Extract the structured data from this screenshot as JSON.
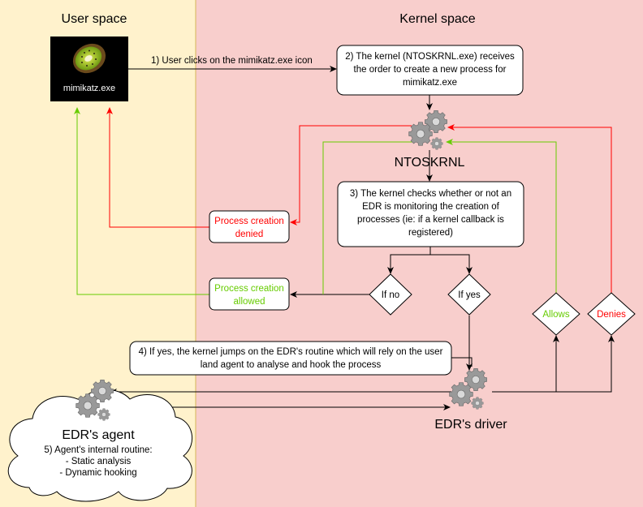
{
  "colors": {
    "user_space_bg": "#FFF2CC",
    "kernel_space_bg": "#F8CECC",
    "deny_red": "#FF0000",
    "allow_green": "#66CC00",
    "arrow_black": "#000000",
    "gear_gray": "#999999"
  },
  "sections": {
    "user_space": "User space",
    "kernel_space": "Kernel space"
  },
  "icons": {
    "app": "kiwi-app-icon",
    "gear": "gear-icon",
    "cloud": "cloud-shape"
  },
  "app_icon": {
    "label": "mimikatz.exe"
  },
  "step1": {
    "label": "1) User clicks on the mimikatz.exe icon"
  },
  "step2": {
    "lines": [
      "2) The kernel (NTOSKRNL.exe) receives",
      "the order to create a new process for",
      "mimikatz.exe"
    ]
  },
  "ntoskrnl": {
    "label": "NTOSKRNL"
  },
  "step3": {
    "lines": [
      "3) The kernel checks whether or not an",
      "EDR is monitoring the creation of",
      "processes (ie: if a kernel callback is",
      "registered)"
    ]
  },
  "decision_no": {
    "label": "If no"
  },
  "decision_yes": {
    "label": "If yes"
  },
  "decision_allows": {
    "label": "Allows"
  },
  "decision_denies": {
    "label": "Denies"
  },
  "process_denied": {
    "lines": [
      "Process creation",
      "denied"
    ]
  },
  "process_allowed": {
    "lines": [
      "Process creation",
      "allowed"
    ]
  },
  "step4": {
    "lines": [
      "4) If yes, the kernel jumps on the EDR's routine which will rely on the user",
      "land agent to analyse and hook the process"
    ]
  },
  "edr_driver": {
    "label": "EDR's driver"
  },
  "edr_agent": {
    "title": "EDR's agent",
    "lines": [
      "5) Agent's internal routine:",
      "- Static analysis",
      "- Dynamic hooking"
    ]
  }
}
